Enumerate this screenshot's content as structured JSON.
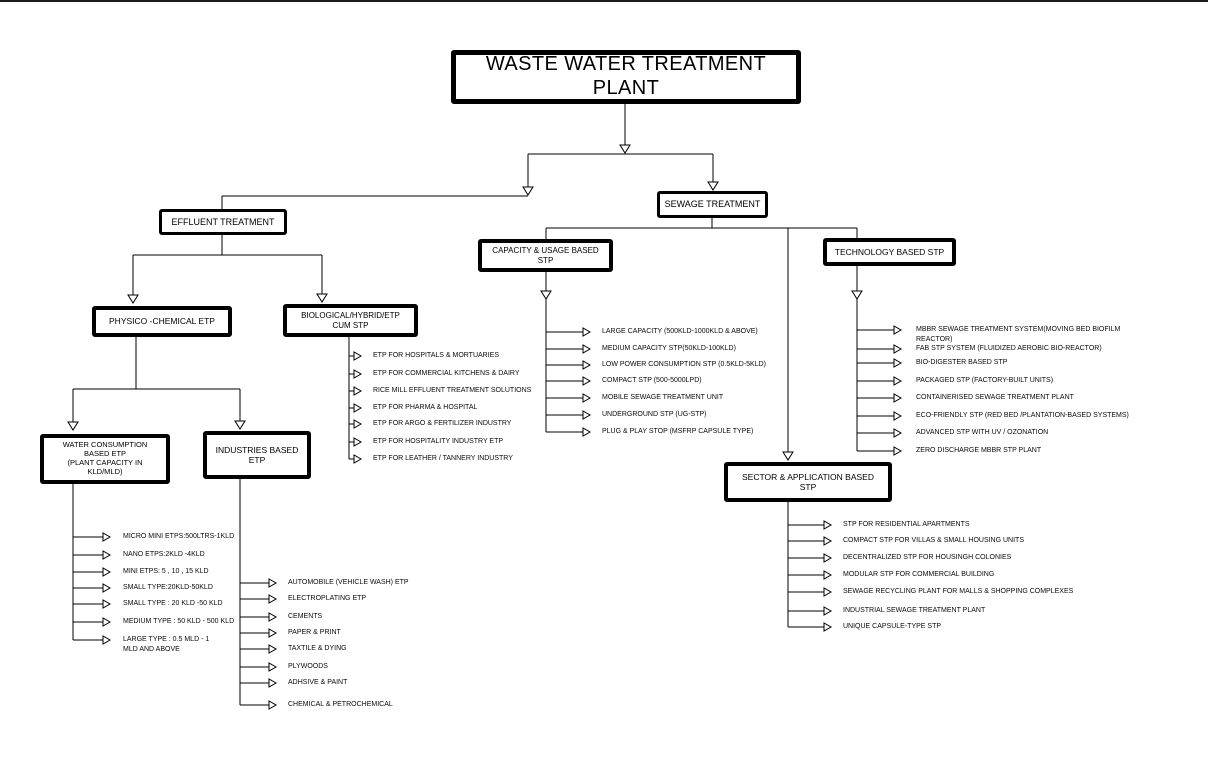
{
  "canvas": {
    "background": "#ffffff",
    "line_color": "#000000",
    "top_border_color": "#1b1b1b"
  },
  "title": "WASTE WATER TREATMENT PLANT",
  "nodes": {
    "effluent": "EFFLUENT TREATMENT",
    "sewage": "SEWAGE TREATMENT",
    "physico": "PHYSICO -CHEMICAL ETP",
    "biological": "BIOLOGICAL/HYBRID/ETP\nCUM STP",
    "capacity": "CAPACITY & USAGE BASED\nSTP",
    "technology": "TECHNOLOGY BASED STP",
    "water": "WATER CONSUMPTION\nBASED ETP\n(PLANT CAPACITY IN\nKLD/MLD)",
    "industries": "INDUSTRIES BASED\nETP",
    "sector": "SECTOR & APPLICATION BASED\nSTP"
  },
  "lists": {
    "biological": {
      "items": [
        "ETP FOR HOSPITALS & MORTUARIES",
        "ETP FOR COMMERCIAL KITCHENS & DAIRY",
        "RICE MILL EFFLUENT TREATMENT SOLUTIONS",
        "ETP FOR PHARMA & HOSPITAL",
        "ETP FOR ARGO & FERTILIZER INDUSTRY",
        "ETP FOR HOSPITALITY INDUSTRY ETP",
        "ETP FOR LEATHER / TANNERY INDUSTRY"
      ]
    },
    "capacity": {
      "items": [
        "LARGE CAPACITY (500KLD-1000KLD & ABOVE)",
        "MEDIUM CAPACITY STP(50KLD-100KLD)",
        "LOW POWER CONSUMPTION STP (0.5KLD-5KLD)",
        "COMPACT STP (500-5000LPD)",
        "MOBILE SEWAGE TREATMENT UNIT",
        "UNDERGROUND STP (UG-STP)",
        "PLUG & PLAY STOP (MSFRP CAPSULE TYPE)"
      ]
    },
    "technology": {
      "items": [
        "MBBR SEWAGE TREATMENT SYSTEM(MOVING BED BIOFILM\nREACTOR)",
        "FAB STP SYSTEM (FLUIDIZED AEROBIC BIO-REACTOR)",
        "BIO-DIGESTER BASED STP",
        "PACKAGED STP (FACTORY-BUILT UNITS)",
        "CONTAINERISED SEWAGE TREATMENT PLANT",
        "ECO-FRIENDLY STP (RED BED /PLANTATION-BASED SYSTEMS)",
        "ADVANCED STP WITH UV / OZONATION",
        "ZERO DISCHARGE MBBR STP PLANT"
      ]
    },
    "water": {
      "items": [
        "MICRO MINI ETPS:500LTRS-1KLD",
        "NANO ETPS:2KLD -4KLD",
        "MINI ETPS: 5 , 10 , 15 KLD",
        "SMALL TYPE:20KLD-50KLD",
        "SMALL TYPE : 20 KLD -50 KLD",
        "MEDIUM TYPE : 50 KLD - 500 KLD",
        "LARGE TYPE : 0.5 MLD - 1\nMLD AND ABOVE"
      ]
    },
    "industries": {
      "items": [
        "AUTOMOBILE (VEHICLE WASH) ETP",
        "ELECTROPLATING ETP",
        "CEMENTS",
        "PAPER & PRINT",
        "TAXTILE & DYING",
        "PLYWOODS",
        "ADHSIVE & PAINT",
        "CHEMICAL & PETROCHEMICAL"
      ]
    },
    "sector": {
      "items": [
        "STP FOR RESIDENTIAL APARTMENTS",
        "COMPACT STP FOR VILLAS & SMALL HOUSING UNITS",
        "DECENTRALIZED STP FOR HOUSINGH COLONIES",
        "MODULAR STP FOR COMMERCIAL BUILDING",
        "SEWAGE RECYCLING PLANT FOR MALLS & SHOPPING COMPLEXES",
        "INDUSTRIAL SEWAGE TREATMENT PLANT",
        "UNIQUE CAPSULE-TYPE STP"
      ]
    }
  }
}
